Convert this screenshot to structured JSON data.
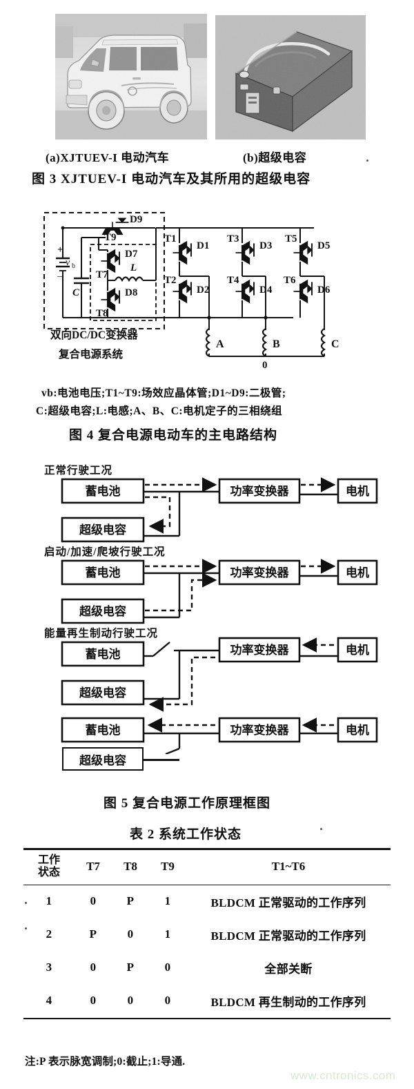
{
  "photos": {
    "car": {
      "alt_name": "XJTUEV-I electric vehicle photograph"
    },
    "capacitor": {
      "alt_name": "supercapacitor module photograph"
    }
  },
  "captions": {
    "sub_a": "(a)XJTUEV-I 电动汽车",
    "sub_b": "(b)超级电容",
    "fig3": "图 3   XJTUEV-I 电动汽车及其所用的超级电容",
    "fig4_note_line1": "vb:电池电压;T1~T9:场效应晶体管;D1~D9:二极管;",
    "fig4_note_line2": "C:超级电容;L:电感;A、B、C:电机定子的三相绕组",
    "fig4": "图 4   复合电源电动车的主电路结构",
    "fig5": "图 5   复合电源工作原理框图"
  },
  "circuit": {
    "dashed_outer_label": "双向DC/DC变换器",
    "system_label": "复合电源系统",
    "source_label": "vb",
    "cap_label": "C",
    "inductor_label": "L",
    "transistors": [
      "T9",
      "T7",
      "T8",
      "T1",
      "T2",
      "T3",
      "T4",
      "T5",
      "T6"
    ],
    "diodes": [
      "D9",
      "D7",
      "D8",
      "D1",
      "D2",
      "D3",
      "D4",
      "D5",
      "D6"
    ],
    "phases": [
      "A",
      "B",
      "C"
    ],
    "neutral": "0"
  },
  "block_diagrams": [
    {
      "title": "正常行驶工况",
      "battery": "蓄电池",
      "supercap": "超级电容",
      "converter": "功率变换器",
      "motor": "电机"
    },
    {
      "title": "启动/加速/爬坡行驶工况",
      "battery": "蓄电池",
      "supercap": "超级电容",
      "converter": "功率变换器",
      "motor": "电机"
    },
    {
      "title": "能量再生制动行驶工况",
      "battery": "蓄电池",
      "supercap": "超级电容",
      "converter": "功率变换器",
      "motor": "电机"
    },
    {
      "title": "",
      "battery": "蓄电池",
      "supercap": "超级电容",
      "converter": "功率变换器",
      "motor": "电机"
    }
  ],
  "table": {
    "caption": "表 2   系统工作状态",
    "headers": {
      "state_line1": "工作",
      "state_line2": "状态",
      "t7": "T7",
      "t8": "T8",
      "t9": "T9",
      "t1_t6": "T1~T6"
    },
    "rows": [
      {
        "state": "1",
        "t7": "0",
        "t8": "P",
        "t9": "1",
        "seq": "BLDCM 正常驱动的工作序列"
      },
      {
        "state": "2",
        "t7": "P",
        "t8": "0",
        "t9": "1",
        "seq": "BLDCM 正常驱动的工作序列"
      },
      {
        "state": "3",
        "t7": "0",
        "t8": "P",
        "t9": "0",
        "seq": "全部关断"
      },
      {
        "state": "4",
        "t7": "0",
        "t8": "0",
        "t9": "0",
        "seq": "BLDCM 再生制动的工作序列"
      }
    ],
    "note": "注:P 表示脉宽调制;0:截止;1:导通."
  },
  "watermark": "www.cntronics.com",
  "colors": {
    "ink": "#111111",
    "watermark": "#d8ead2",
    "paper": "#ffffff"
  }
}
